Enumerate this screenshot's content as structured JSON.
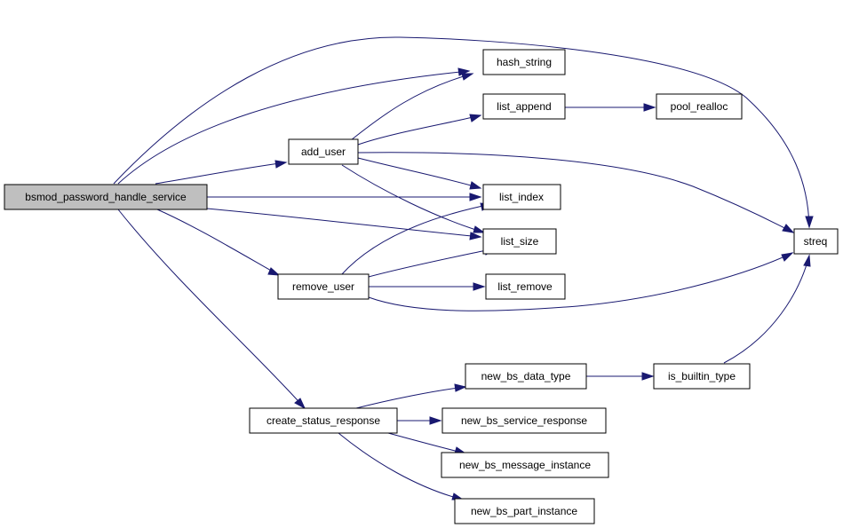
{
  "diagram": {
    "nodes": {
      "root": {
        "label": "bsmod_password_handle_service",
        "fill": "#bfbfbf",
        "highlighted": true
      },
      "add_user": {
        "label": "add_user",
        "fill": "#ffffff"
      },
      "remove_user": {
        "label": "remove_user",
        "fill": "#ffffff"
      },
      "create_status_response": {
        "label": "create_status_response",
        "fill": "#ffffff"
      },
      "hash_string": {
        "label": "hash_string",
        "fill": "#ffffff"
      },
      "list_append": {
        "label": "list_append",
        "fill": "#ffffff"
      },
      "pool_realloc": {
        "label": "pool_realloc",
        "fill": "#ffffff"
      },
      "list_index": {
        "label": "list_index",
        "fill": "#ffffff"
      },
      "list_size": {
        "label": "list_size",
        "fill": "#ffffff"
      },
      "list_remove": {
        "label": "list_remove",
        "fill": "#ffffff"
      },
      "streq": {
        "label": "streq",
        "fill": "#ffffff"
      },
      "new_bs_data_type": {
        "label": "new_bs_data_type",
        "fill": "#ffffff"
      },
      "is_builtin_type": {
        "label": "is_builtin_type",
        "fill": "#ffffff"
      },
      "new_bs_service_response": {
        "label": "new_bs_service_response",
        "fill": "#ffffff"
      },
      "new_bs_message_instance": {
        "label": "new_bs_message_instance",
        "fill": "#ffffff"
      },
      "new_bs_part_instance": {
        "label": "new_bs_part_instance",
        "fill": "#ffffff"
      }
    },
    "edges": [
      {
        "from": "root",
        "to": "hash_string"
      },
      {
        "from": "root",
        "to": "streq"
      },
      {
        "from": "root",
        "to": "add_user"
      },
      {
        "from": "root",
        "to": "list_index"
      },
      {
        "from": "root",
        "to": "list_size"
      },
      {
        "from": "root",
        "to": "remove_user"
      },
      {
        "from": "root",
        "to": "create_status_response"
      },
      {
        "from": "add_user",
        "to": "hash_string"
      },
      {
        "from": "add_user",
        "to": "list_append"
      },
      {
        "from": "add_user",
        "to": "list_index"
      },
      {
        "from": "add_user",
        "to": "list_size"
      },
      {
        "from": "add_user",
        "to": "streq"
      },
      {
        "from": "list_append",
        "to": "pool_realloc"
      },
      {
        "from": "remove_user",
        "to": "list_index"
      },
      {
        "from": "remove_user",
        "to": "list_size"
      },
      {
        "from": "remove_user",
        "to": "list_remove"
      },
      {
        "from": "remove_user",
        "to": "streq"
      },
      {
        "from": "create_status_response",
        "to": "new_bs_data_type"
      },
      {
        "from": "create_status_response",
        "to": "new_bs_service_response"
      },
      {
        "from": "create_status_response",
        "to": "new_bs_message_instance"
      },
      {
        "from": "create_status_response",
        "to": "new_bs_part_instance"
      },
      {
        "from": "new_bs_data_type",
        "to": "is_builtin_type"
      },
      {
        "from": "is_builtin_type",
        "to": "streq"
      }
    ],
    "edge_color": "#191970"
  }
}
